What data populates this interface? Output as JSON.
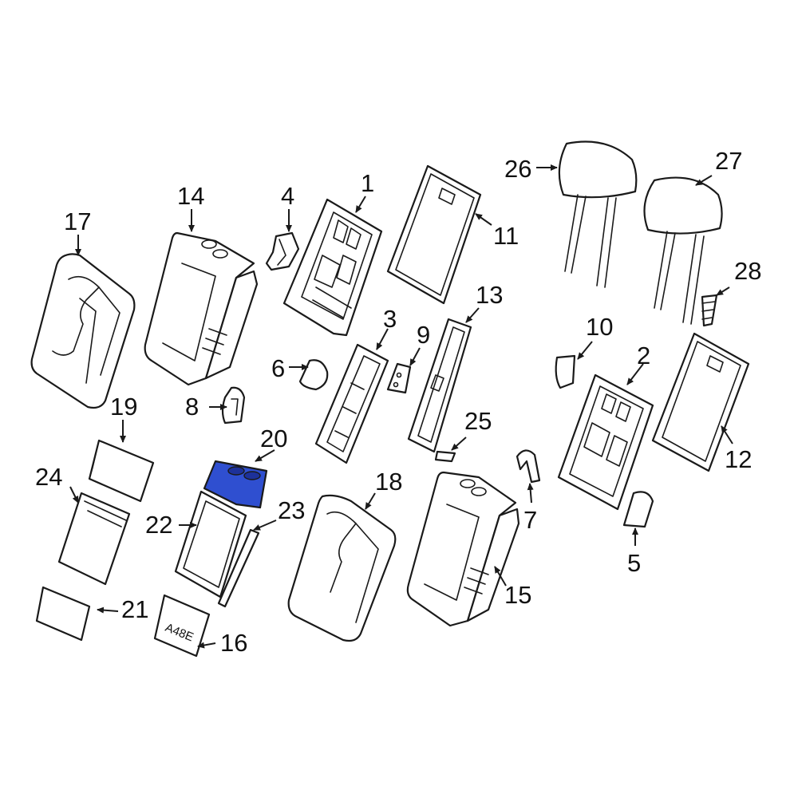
{
  "diagram": {
    "callouts": [
      {
        "id": "c1",
        "label": "1"
      },
      {
        "id": "c2",
        "label": "2"
      },
      {
        "id": "c3",
        "label": "3"
      },
      {
        "id": "c4",
        "label": "4"
      },
      {
        "id": "c5",
        "label": "5"
      },
      {
        "id": "c6",
        "label": "6"
      },
      {
        "id": "c7",
        "label": "7"
      },
      {
        "id": "c8",
        "label": "8"
      },
      {
        "id": "c9",
        "label": "9"
      },
      {
        "id": "c10",
        "label": "10"
      },
      {
        "id": "c11",
        "label": "11"
      },
      {
        "id": "c12",
        "label": "12"
      },
      {
        "id": "c13",
        "label": "13"
      },
      {
        "id": "c14",
        "label": "14"
      },
      {
        "id": "c15",
        "label": "15"
      },
      {
        "id": "c16",
        "label": "16"
      },
      {
        "id": "c17",
        "label": "17"
      },
      {
        "id": "c18",
        "label": "18"
      },
      {
        "id": "c19",
        "label": "19"
      },
      {
        "id": "c20",
        "label": "20"
      },
      {
        "id": "c21",
        "label": "21"
      },
      {
        "id": "c22",
        "label": "22"
      },
      {
        "id": "c23",
        "label": "23"
      },
      {
        "id": "c24",
        "label": "24"
      },
      {
        "id": "c25",
        "label": "25"
      },
      {
        "id": "c26",
        "label": "26"
      },
      {
        "id": "c27",
        "label": "27"
      },
      {
        "id": "c28",
        "label": "28"
      }
    ],
    "part_stamp": "A48E",
    "highlight": {
      "part": "20",
      "color": "#2f4fd0"
    },
    "line_color": "#1a1a1a",
    "background": "#ffffff"
  }
}
